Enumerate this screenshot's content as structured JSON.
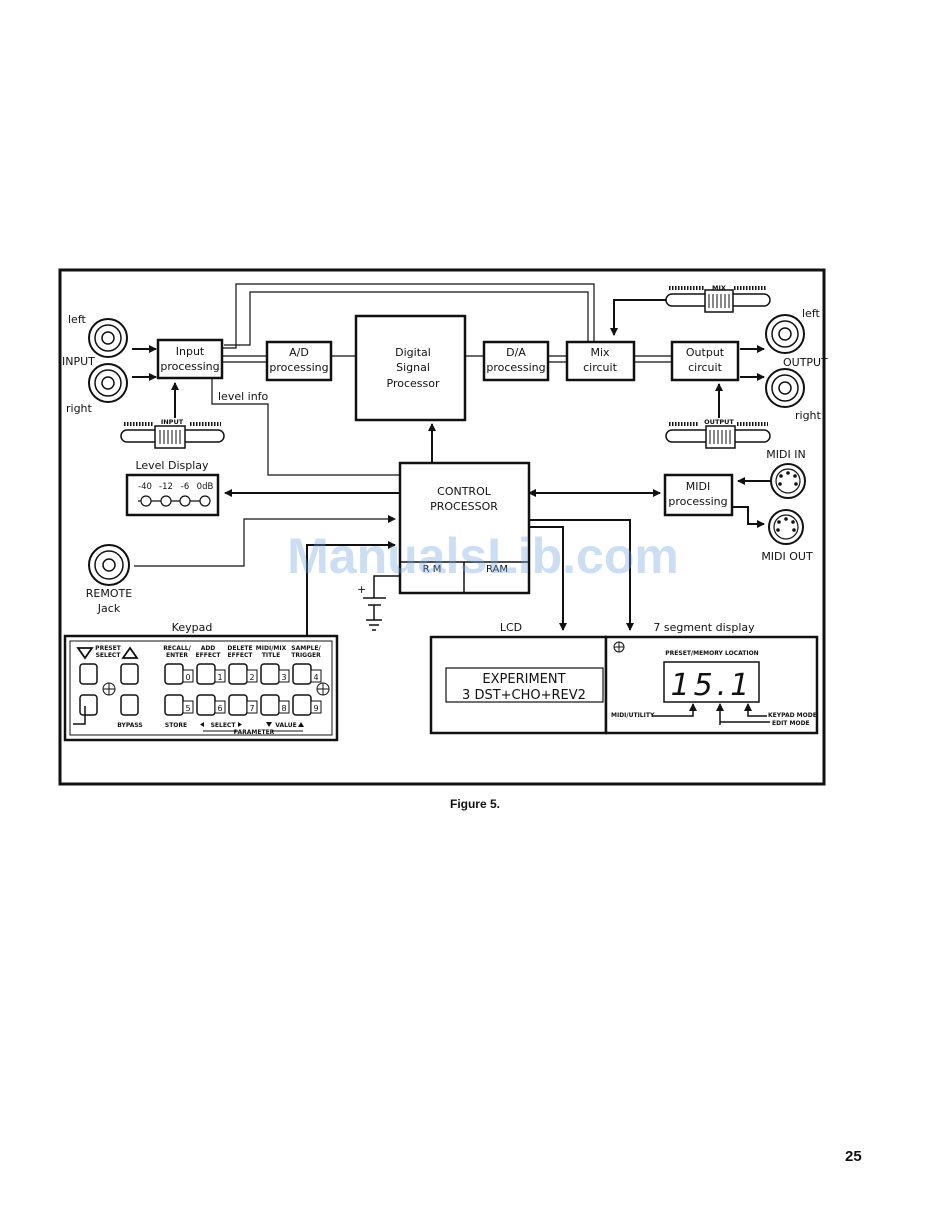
{
  "blocks": {
    "input_processing": [
      "Input",
      "processing"
    ],
    "ad": [
      "A/D",
      "processing"
    ],
    "dsp": [
      "Digital",
      "Signal",
      "Processor"
    ],
    "da": [
      "D/A",
      "processing"
    ],
    "mix": [
      "Mix",
      "circuit"
    ],
    "output_circuit": [
      "Output",
      "circuit"
    ],
    "control": [
      "CONTROL",
      "PROCESSOR"
    ],
    "midi_proc": [
      "MIDI",
      "processing"
    ],
    "rom_partial": "R M",
    "ram_partial": "RAM"
  },
  "labels": {
    "input_left": "left",
    "input_title": "INPUT",
    "input_right": "right",
    "output_left": "left",
    "output_title": "OUTPUT",
    "output_right": "right",
    "level_info": "level info",
    "level_display": "Level Display",
    "level_marks": [
      "-40",
      "-12",
      "-6",
      "0dB"
    ],
    "midi_in": "MIDI IN",
    "midi_out": "MIDI OUT",
    "remote": [
      "REMOTE",
      "Jack"
    ],
    "keypad": "Keypad",
    "lcd": "LCD",
    "seven_seg": "7 segment display",
    "slider_input": "INPUT",
    "slider_mix": "MIX",
    "slider_output": "OUTPUT",
    "battery_plus": "+"
  },
  "keypad": {
    "preset_select": [
      "PRESET",
      "SELECT"
    ],
    "top_labels": [
      [
        "RECALL/",
        "ENTER"
      ],
      [
        "ADD",
        "EFFECT"
      ],
      [
        "DELETE",
        "EFFECT"
      ],
      [
        "MIDI/MIX",
        "TITLE"
      ],
      [
        "SAMPLE/",
        "TRIGGER"
      ]
    ],
    "keys_row1": [
      "0",
      "1",
      "2",
      "3",
      "4"
    ],
    "keys_row2": [
      "5",
      "6",
      "7",
      "8",
      "9"
    ],
    "bypass": "BYPASS",
    "store": "STORE",
    "select": "SELECT",
    "value": "VALUE",
    "parameter": "PARAMETER"
  },
  "lcd_text": [
    "EXPERIMENT",
    "3 DST+CHO+REV2"
  ],
  "seven_segment": {
    "title": "PRESET/MEMORY LOCATION",
    "value": "15.1",
    "midi_utility": "MIDI/UTILITY",
    "keypad_mode": "KEYPAD MODE",
    "edit_mode": "EDIT MODE"
  },
  "figure_caption": "Figure 5.",
  "page_number": "25",
  "watermark": "ManualsLib.com"
}
